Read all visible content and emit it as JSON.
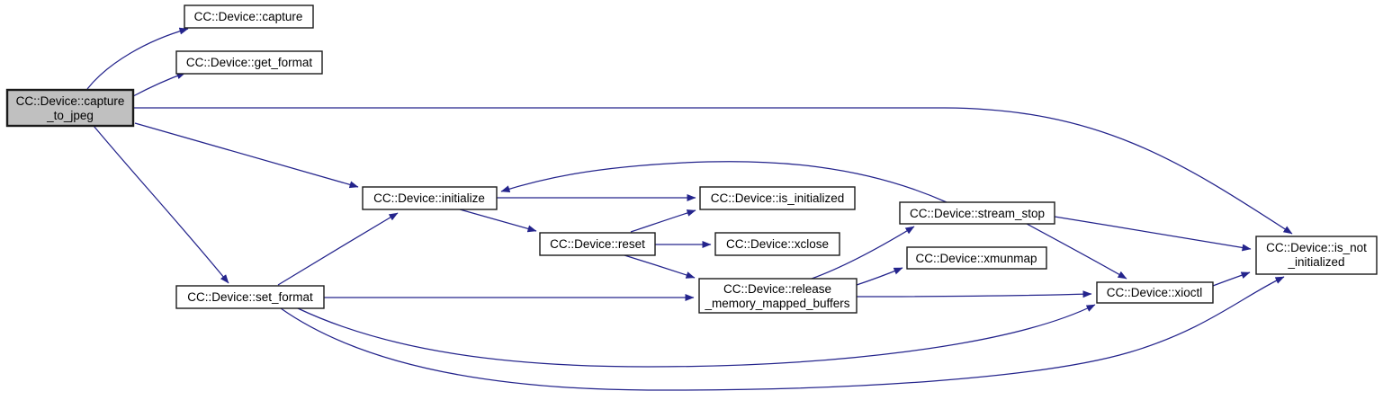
{
  "diagram": {
    "kind": "doxygen-call-graph",
    "colors": {
      "background": "#ffffff",
      "edge": "#24248c",
      "node_border": "#1a1a1a",
      "node_fill": "#ffffff",
      "highlighted_node_fill": "#c0c0c0",
      "text": "#000000"
    },
    "nodes": [
      {
        "id": "capture_to_jpeg",
        "highlighted": true,
        "lines": [
          "CC::Device::capture",
          "_to_jpeg"
        ]
      },
      {
        "id": "capture",
        "highlighted": false,
        "lines": [
          "CC::Device::capture"
        ]
      },
      {
        "id": "get_format",
        "highlighted": false,
        "lines": [
          "CC::Device::get_format"
        ]
      },
      {
        "id": "initialize",
        "highlighted": false,
        "lines": [
          "CC::Device::initialize"
        ]
      },
      {
        "id": "is_initialized",
        "highlighted": false,
        "lines": [
          "CC::Device::is_initialized"
        ]
      },
      {
        "id": "reset",
        "highlighted": false,
        "lines": [
          "CC::Device::reset"
        ]
      },
      {
        "id": "xclose",
        "highlighted": false,
        "lines": [
          "CC::Device::xclose"
        ]
      },
      {
        "id": "stream_stop",
        "highlighted": false,
        "lines": [
          "CC::Device::stream_stop"
        ]
      },
      {
        "id": "xmunmap",
        "highlighted": false,
        "lines": [
          "CC::Device::xmunmap"
        ]
      },
      {
        "id": "release_memory_mapped_buffers",
        "highlighted": false,
        "lines": [
          "CC::Device::release",
          "_memory_mapped_buffers"
        ]
      },
      {
        "id": "set_format",
        "highlighted": false,
        "lines": [
          "CC::Device::set_format"
        ]
      },
      {
        "id": "xioctl",
        "highlighted": false,
        "lines": [
          "CC::Device::xioctl"
        ]
      },
      {
        "id": "is_not_initialized",
        "highlighted": false,
        "lines": [
          "CC::Device::is_not",
          "_initialized"
        ]
      }
    ],
    "edges": [
      {
        "from": "capture_to_jpeg",
        "to": "capture"
      },
      {
        "from": "capture_to_jpeg",
        "to": "get_format"
      },
      {
        "from": "capture_to_jpeg",
        "to": "is_not_initialized"
      },
      {
        "from": "capture_to_jpeg",
        "to": "initialize"
      },
      {
        "from": "capture_to_jpeg",
        "to": "set_format"
      },
      {
        "from": "initialize",
        "to": "is_initialized"
      },
      {
        "from": "initialize",
        "to": "reset"
      },
      {
        "from": "reset",
        "to": "is_initialized"
      },
      {
        "from": "reset",
        "to": "xclose"
      },
      {
        "from": "reset",
        "to": "release_memory_mapped_buffers"
      },
      {
        "from": "set_format",
        "to": "initialize"
      },
      {
        "from": "set_format",
        "to": "release_memory_mapped_buffers"
      },
      {
        "from": "set_format",
        "to": "xioctl"
      },
      {
        "from": "set_format",
        "to": "is_not_initialized"
      },
      {
        "from": "release_memory_mapped_buffers",
        "to": "stream_stop"
      },
      {
        "from": "release_memory_mapped_buffers",
        "to": "xmunmap"
      },
      {
        "from": "release_memory_mapped_buffers",
        "to": "xioctl"
      },
      {
        "from": "stream_stop",
        "to": "initialize"
      },
      {
        "from": "stream_stop",
        "to": "is_not_initialized"
      },
      {
        "from": "stream_stop",
        "to": "xioctl"
      },
      {
        "from": "xioctl",
        "to": "is_not_initialized"
      }
    ]
  }
}
